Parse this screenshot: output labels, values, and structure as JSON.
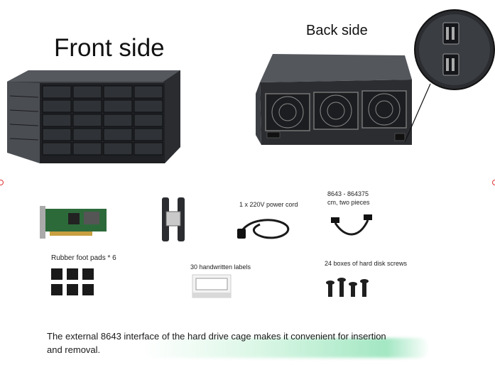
{
  "titles": {
    "front": "Front side",
    "back": "Back side"
  },
  "items": {
    "power_cord": "1 x 220V power cord",
    "cable_line1": "8643 - 864375",
    "cable_line2": "cm, two pieces",
    "foot_pads": "Rubber foot pads * 6",
    "labels": "30 handwritten labels",
    "screws": "24 boxes of hard disk screws"
  },
  "caption": {
    "line1": "The external 8643 interface of the hard drive cage makes it convenient for insertion",
    "line2": "and removal."
  },
  "colors": {
    "chassis": "#2a2c30",
    "accent_green": "#8ee1b4",
    "marker_red": "#dd3333"
  }
}
